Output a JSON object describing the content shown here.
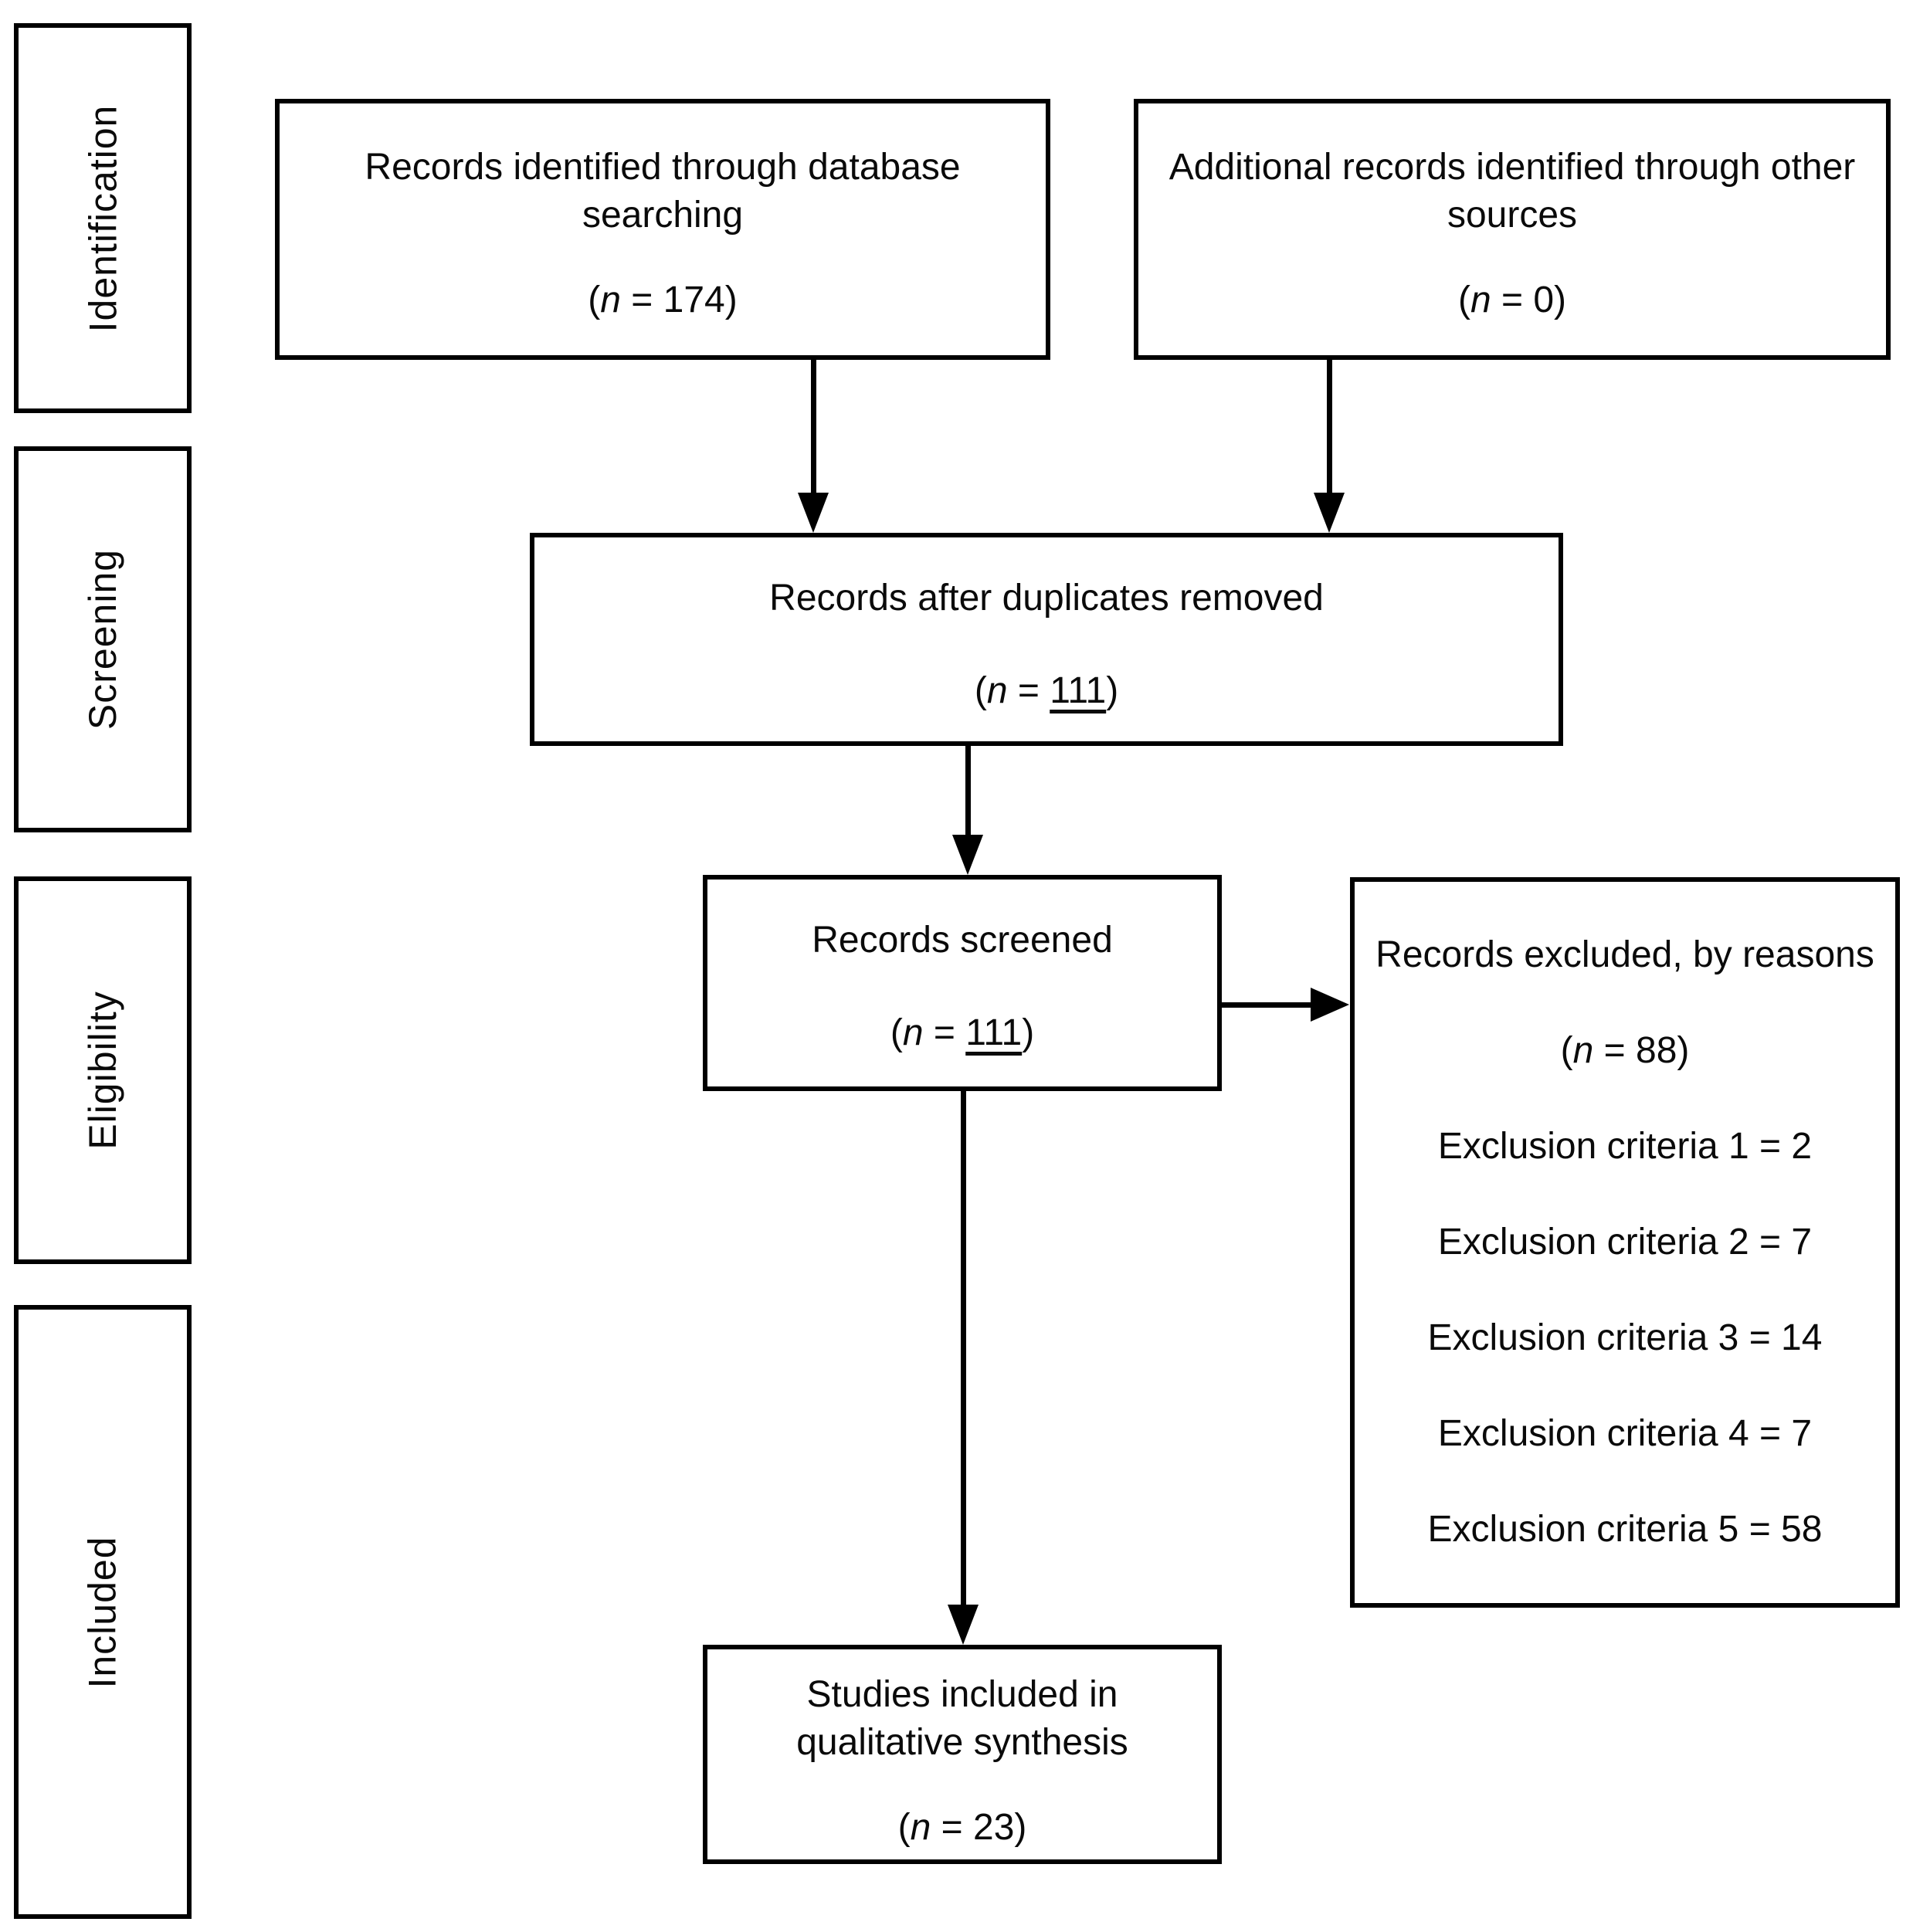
{
  "sidebar": {
    "stages": [
      {
        "label": "Identification"
      },
      {
        "label": "Screening"
      },
      {
        "label": "Eligibility"
      },
      {
        "label": "Included"
      }
    ]
  },
  "boxes": {
    "identified": {
      "title": "Records identified through database searching",
      "count_parts": [
        "(",
        "n",
        " = ",
        "174",
        ")"
      ],
      "count_underlined": false
    },
    "additional": {
      "title": "Additional records identified through other sources",
      "count_parts": [
        "(",
        "n",
        " = ",
        "0",
        ")"
      ],
      "count_underlined": false
    },
    "deduplicated": {
      "title": "Records after duplicates removed",
      "count_parts": [
        "(",
        "n",
        " = ",
        "111",
        ")"
      ],
      "count_underlined": true
    },
    "screened": {
      "title": "Records screened",
      "count_parts": [
        "(",
        "n",
        " = ",
        "111",
        ")"
      ],
      "count_underlined": true
    },
    "excluded": {
      "title": "Records excluded, by reasons",
      "count_parts": [
        "(",
        "n",
        " = ",
        "88",
        ")"
      ],
      "count_underlined": false,
      "reasons": [
        "Exclusion criteria 1 = 2",
        "Exclusion criteria 2 = 7",
        "Exclusion criteria 3 = 14",
        "Exclusion criteria 4 = 7",
        "Exclusion criteria 5 = 58"
      ]
    },
    "included": {
      "title": "Studies included in qualitative synthesis",
      "count_parts": [
        "(",
        "n",
        " = ",
        "23",
        ")"
      ],
      "count_underlined": false
    }
  },
  "colors": {
    "ink": "#000000",
    "paper": "#ffffff"
  }
}
